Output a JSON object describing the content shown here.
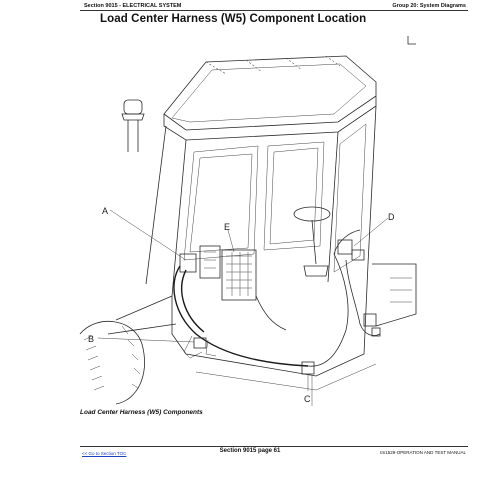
{
  "header": {
    "left": "Section 9015 - ELECTRICAL SYSTEM",
    "right": "Group 20: System Diagrams"
  },
  "title": "Load Center Harness (W5) Component Location",
  "callouts": {
    "a": "A",
    "b": "B",
    "c": "C",
    "d": "D",
    "e": "E"
  },
  "caption": "Load Center Harness (W5) Components",
  "footer": {
    "left_link": "<< Go to Section TOC",
    "center": "Section 9015 page 61",
    "right": "tm1529-OPERATION AND TEST MANUAL"
  }
}
